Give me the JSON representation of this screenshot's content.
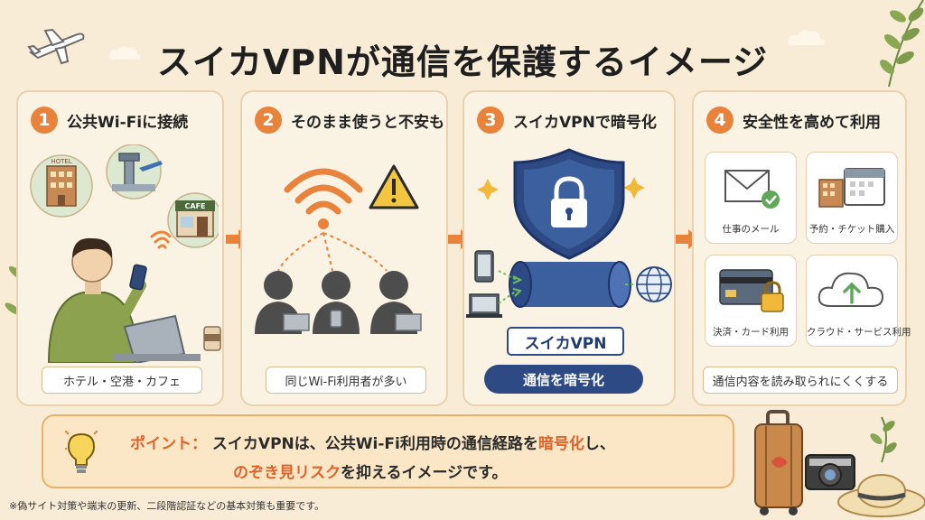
{
  "title": "スイカVPNが通信を保護するイメージ",
  "steps": [
    {
      "num": "1",
      "title": "公共Wi-Fiに接続",
      "caption": "ホテル・空港・カフェ"
    },
    {
      "num": "2",
      "title": "そのまま使うと不安も",
      "caption": "同じWi-Fi利用者が多い"
    },
    {
      "num": "3",
      "title": "スイカVPNで暗号化",
      "vpn_label": "スイカVPN",
      "caption": "通信を暗号化"
    },
    {
      "num": "4",
      "title": "安全性を高めて利用",
      "caption": "通信内容を読み取られにくくする",
      "tiles": [
        "仕事のメール",
        "予約・チケット購入",
        "決済・カード利用",
        "クラウド・サービス利用"
      ]
    }
  ],
  "scene_signs": {
    "hotel": "HOTEL",
    "cafe": "CAFE"
  },
  "point": {
    "label": "ポイント：",
    "line1_a": "スイカVPNは、公共Wi-Fi利用時の通信経路を",
    "line1_b": "暗号化",
    "line1_c": "し、",
    "line2_a": "のぞき見リスク",
    "line2_b": "を抑えるイメージです。"
  },
  "footnote": "※偽サイト対策や端末の更新、二段階認証などの基本対策も重要です。",
  "colors": {
    "accent": "#e9823a",
    "navy": "#2d4a85",
    "background": "#f8ecd6",
    "card": "#faf2e2"
  }
}
